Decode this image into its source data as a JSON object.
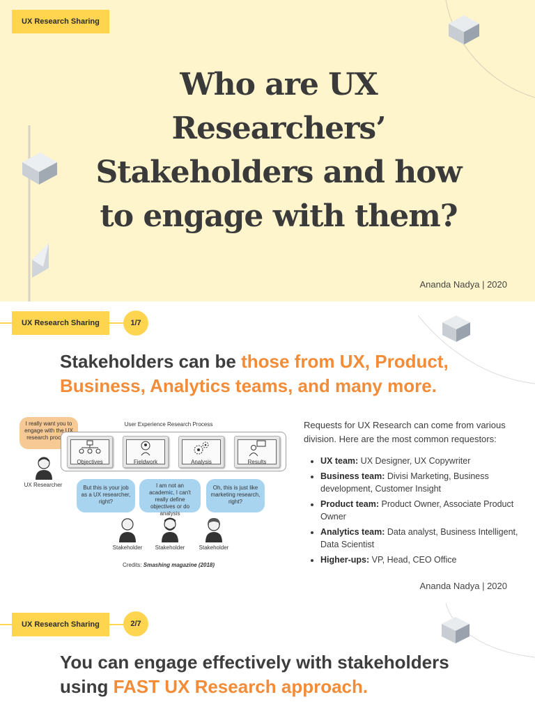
{
  "cover": {
    "tag": "UX Research Sharing",
    "title_lines": [
      "Who are UX",
      "Researchers’",
      "Stakeholders and how",
      "to engage with them?"
    ],
    "byline": "Ananda Nadya | 2020"
  },
  "slide1": {
    "tag": "UX Research Sharing",
    "page": "1/7",
    "headline_plain": "Stakeholders can be ",
    "headline_accent": "those from UX, Product, Business, Analytics teams, and many more.",
    "diagram": {
      "researcher_bubble": "I really want you to engage with the UX research process!",
      "researcher_label": "UX Researcher",
      "process_title": "User Experience Research Process",
      "steps": [
        "Objectives",
        "Fieldwork",
        "Analysis",
        "Results"
      ],
      "stakeholder_bubbles": [
        "But this is your job as a UX researcher, right?",
        "I am not an academic, I can't really define objectives or do analysis",
        "Oh, this is just like marketing research, right?"
      ],
      "stakeholder_label": "Stakeholder",
      "credits_prefix": "Credits: ",
      "credits_source": "Smashing magazine (2018)"
    },
    "intro": "Requests for UX Research can come from various division. Here are the most common requestors:",
    "requestors": [
      {
        "team": "UX team:",
        "roles": " UX Designer, UX Copywriter"
      },
      {
        "team": "Business team:",
        "roles": " Divisi Marketing, Business development, Customer Insight"
      },
      {
        "team": "Product team:",
        "roles": " Product Owner, Associate Product Owner"
      },
      {
        "team": "Analytics team:",
        "roles": " Data analyst, Business Intelligent, Data Scientist"
      },
      {
        "team": "Higher-ups:",
        "roles": " VP, Head, CEO Office"
      }
    ],
    "byline": "Ananda Nadya | 2020"
  },
  "slide2": {
    "tag": "UX Research Sharing",
    "page": "2/7",
    "headline_line1": "You can engage effectively with stakeholders",
    "headline_plain": "using ",
    "headline_accent": "FAST UX Research approach."
  },
  "colors": {
    "accent": "#f28c38",
    "tag_bg": "#ffd54f",
    "cover_bg": "#fff5cc",
    "bubble_blue": "#a8d4f0",
    "bubble_orange": "#f6c995"
  }
}
